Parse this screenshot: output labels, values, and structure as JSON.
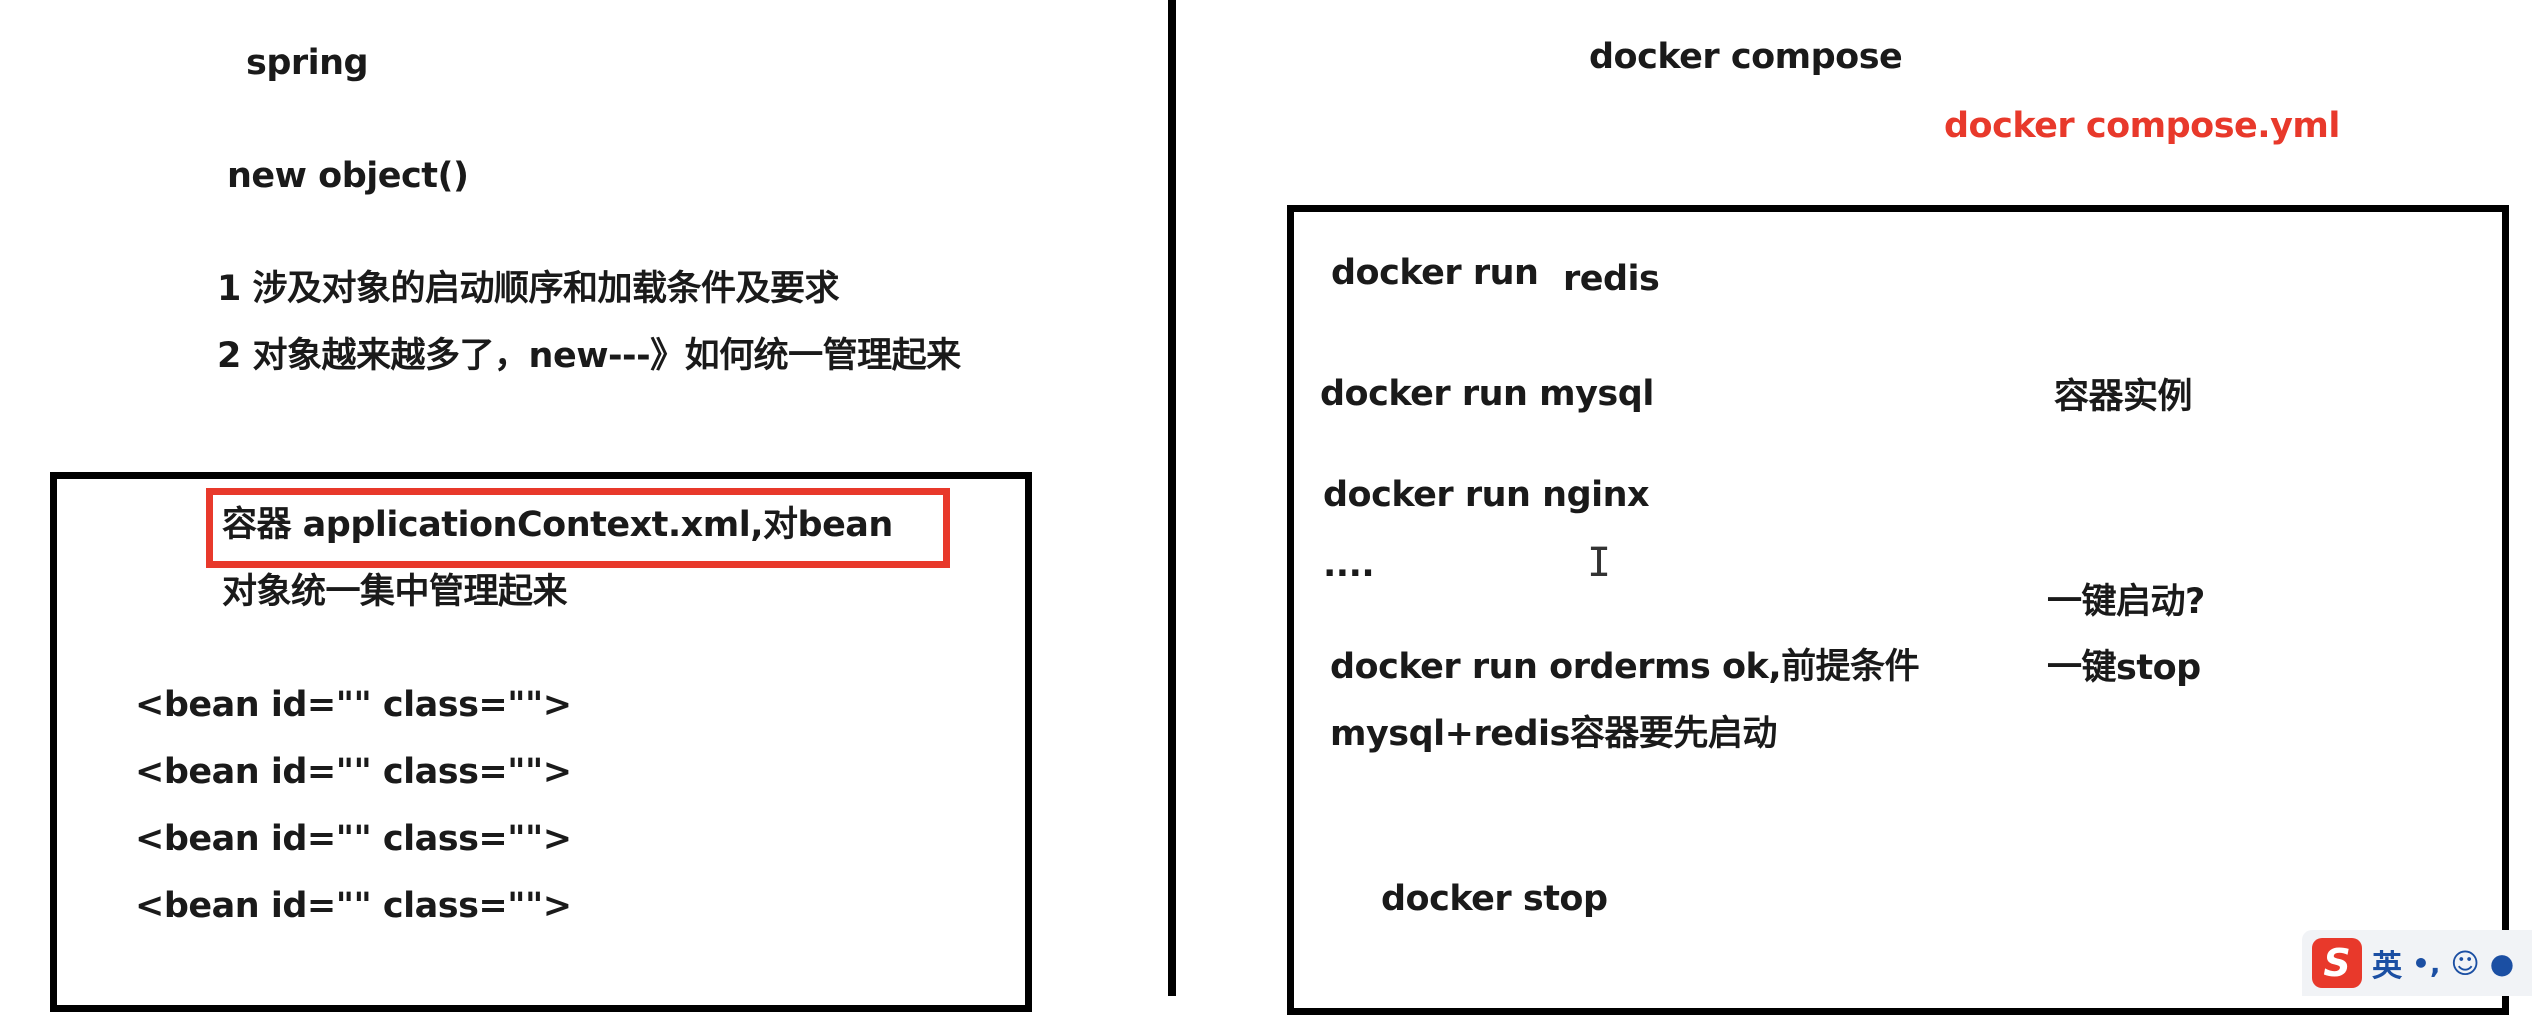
{
  "left": {
    "title": "spring",
    "subtitle": "new object()",
    "point1": "1 涉及对象的启动顺序和加载条件及要求",
    "point2": "2 对象越来越多了，new---》如何统一管理起来",
    "box": {
      "highlight": "容器 applicationContext.xml,对bean",
      "line2": "对象统一集中管理起来",
      "beans": [
        "<bean id=\"\" class=\"\">",
        "<bean id=\"\" class=\"\">",
        "<bean id=\"\" class=\"\">",
        "<bean id=\"\" class=\"\">"
      ]
    }
  },
  "right": {
    "title": "docker compose",
    "file": "docker compose.yml",
    "box": {
      "run1_cmd": "docker run",
      "run1_arg": "redis",
      "run2": "docker run mysql",
      "run3": "docker run nginx",
      "ellipsis": "....",
      "run4": "docker run orderms ok,前提条件",
      "run4_note": "mysql+redis容器要先启动",
      "stop": "docker stop",
      "label_instances": "容器实例",
      "label_start": "一键启动?",
      "label_stop": "一键stop"
    }
  },
  "ime": {
    "logo": "S",
    "lang": "英",
    "punct": "•,",
    "emoji_icon": "smiley-icon",
    "mic_icon": "mic-icon"
  },
  "colors": {
    "red": "#e8392b",
    "black": "#000000"
  }
}
